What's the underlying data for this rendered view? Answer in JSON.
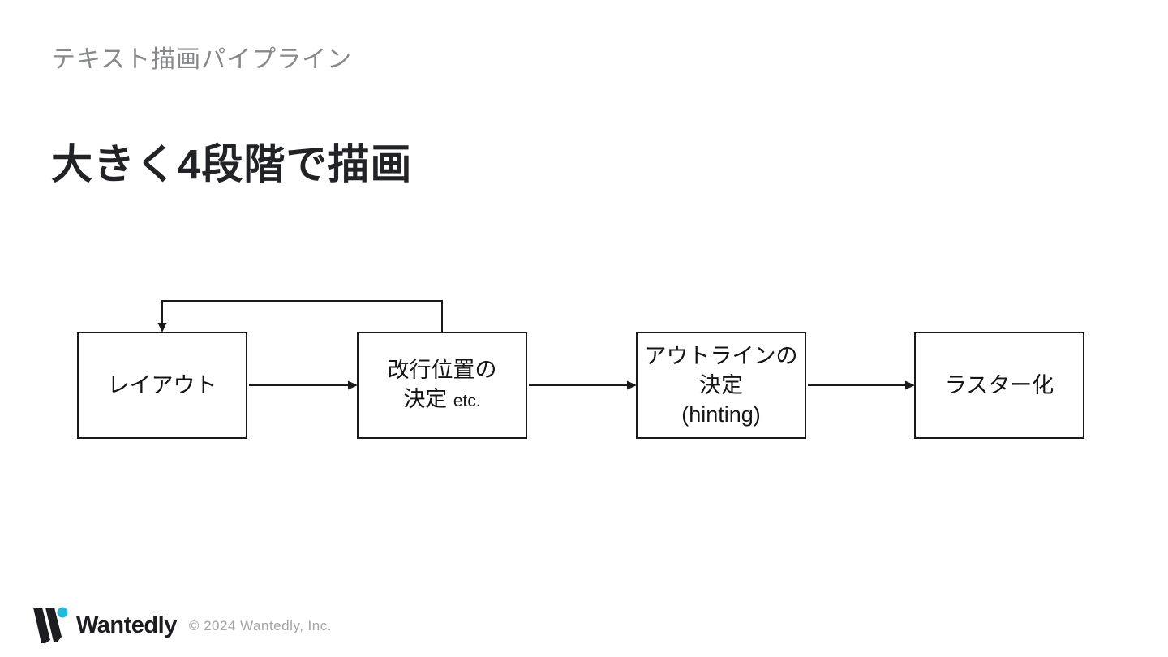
{
  "slide": {
    "kicker": "テキスト描画パイプライン",
    "title": "大きく4段階で描画"
  },
  "diagram": {
    "boxes": [
      {
        "name": "layout",
        "lines": [
          "レイアウト"
        ]
      },
      {
        "name": "line-break-decision",
        "lines": [
          "改行位置の",
          "決定"
        ],
        "suffix": "etc."
      },
      {
        "name": "outline-decision",
        "lines": [
          "アウトラインの",
          "決定",
          "(hinting)"
        ]
      },
      {
        "name": "rasterize",
        "lines": [
          "ラスター化"
        ]
      }
    ],
    "flow": "layout → line-break decision → outline decision → rasterize, with feedback loop from line-break decision back to layout"
  },
  "footer": {
    "logo_text": "Wantedly",
    "copyright": "© 2024 Wantedly, Inc."
  },
  "colors": {
    "line": "#1a1a1a",
    "kicker": "#86888c",
    "title": "#222326",
    "logo_dot": "#27b7d8",
    "logo_ink": "#1c1d20",
    "copyright": "#a3a4a8"
  }
}
